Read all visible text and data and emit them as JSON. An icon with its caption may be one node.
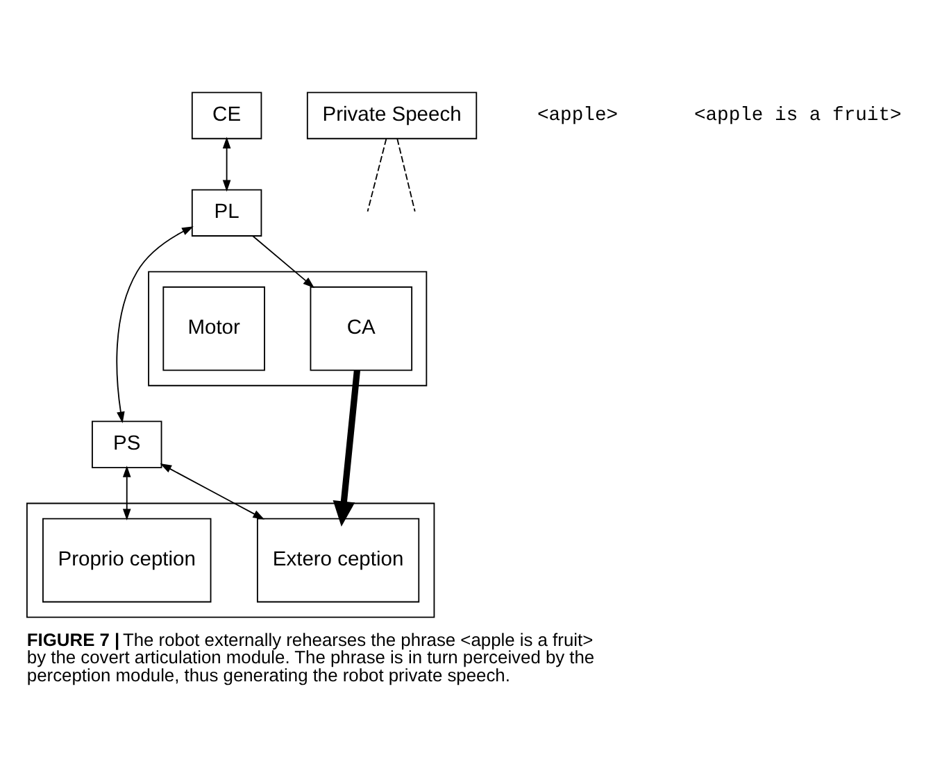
{
  "diagram": {
    "caption": "**FIGURE 7 |** The robot externally rehearses the phrase <apple is a fruit> by the covert articulation module. The phrase is in turn perceived by the perception module, thus generating the robot private speech.",
    "nodes": [
      {
        "text": [
          "CE"
        ]
      },
      {
        "text": [
          "PL"
        ]
      },
      {
        "text": [
          "PS"
        ]
      },
      {
        "text": [],
        "shape": "box"
      },
      {
        "text": [
          "Proprio ception"
        ],
        "in": 3
      },
      {
        "text": [
          "Extero ception"
        ],
        "in": 3
      },
      {
        "text": [],
        "shape": "box"
      },
      {
        "text": [
          "CA"
        ],
        "in": 6
      },
      {
        "text": [
          "Motor"
        ],
        "in": 6
      },
      {
        "text": [
          "Private Speech"
        ]
      }
    ],
    "edges": [
      {
        "from": 0,
        "to": 1,
        "arrow": "both"
      },
      {
        "from": 1,
        "to": 2,
        "arrow": "both"
      },
      {
        "from": 2,
        "to": 4,
        "arrow": "both"
      },
      {
        "from": 2,
        "to": 5,
        "arrow": "both"
      },
      {
        "from": 1,
        "to": 7,
        "arrow": "to"
      },
      {
        "from": 7,
        "to": 5,
        "arrow": "to",
        "style": "thick"
      },
      {
        "from": 9,
        "to": null,
        "arrow": "none",
        "style": "dashed"
      },
      {
        "from": 9,
        "to": null,
        "arrow": "none",
        "style": "dashed"
      }
    ],
    "labels": [
      "<apple>",
      "<apple is a fruit>"
    ]
  }
}
